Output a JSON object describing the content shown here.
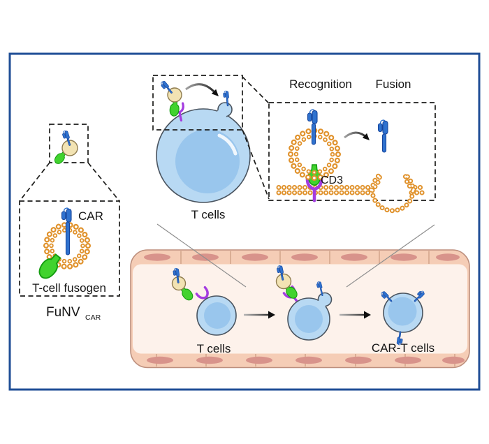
{
  "figure": {
    "labels": {
      "car": "CAR",
      "fusogen": "T-cell fusogen",
      "funv_base": "FuNV",
      "funv_subscript": "CAR",
      "t_cells_panel": "T cells",
      "recognition": "Recognition",
      "fusion": "Fusion",
      "cd3": "CD3",
      "t_cells_vessel": "T cells",
      "car_t_cells": "CAR-T cells"
    },
    "colors": {
      "frame_navy": "#1f4e96",
      "lipid_orange": "#e0922c",
      "vesicle_tan": "#f2e3b3",
      "car_blue": "#2f72cf",
      "fusogen_green": "#41d32e",
      "cd3_purple": "#a43ce0",
      "t_cell_fill": "#b8d9f3",
      "t_cell_nucleus": "#99c6ed",
      "vessel_wall": "#f5cdb6",
      "vessel_lumen": "#fdf2eb",
      "vessel_wall_nucleus": "#d8938b"
    }
  }
}
